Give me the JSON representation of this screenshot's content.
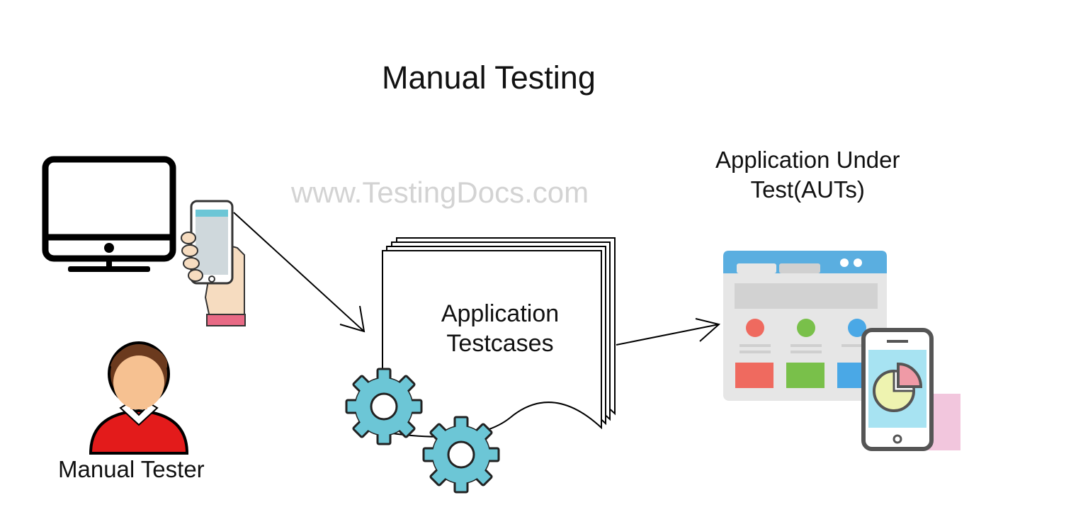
{
  "title": "Manual Testing",
  "watermark": "www.TestingDocs.com",
  "labels": {
    "aut_line1": "Application Under",
    "aut_line2": "Test(AUTs)",
    "doc_line1": "Application",
    "doc_line2": "Testcases",
    "tester": "Manual Tester"
  },
  "icons": {
    "desktop": "desktop-monitor-icon",
    "phone": "hand-holding-phone-icon",
    "tester": "manual-tester-avatar-icon",
    "gears": "gears-icon",
    "app": "browser-window-icon",
    "mobile": "mobile-chart-icon"
  },
  "colors": {
    "gear": "#6cc6d6",
    "browser_bar": "#5aaee0",
    "dot_red": "#ef6a5f",
    "dot_green": "#79c04a",
    "dot_blue": "#4aa8e6",
    "phone_screen": "#a7e3f2",
    "shirt": "#e31b1b"
  }
}
